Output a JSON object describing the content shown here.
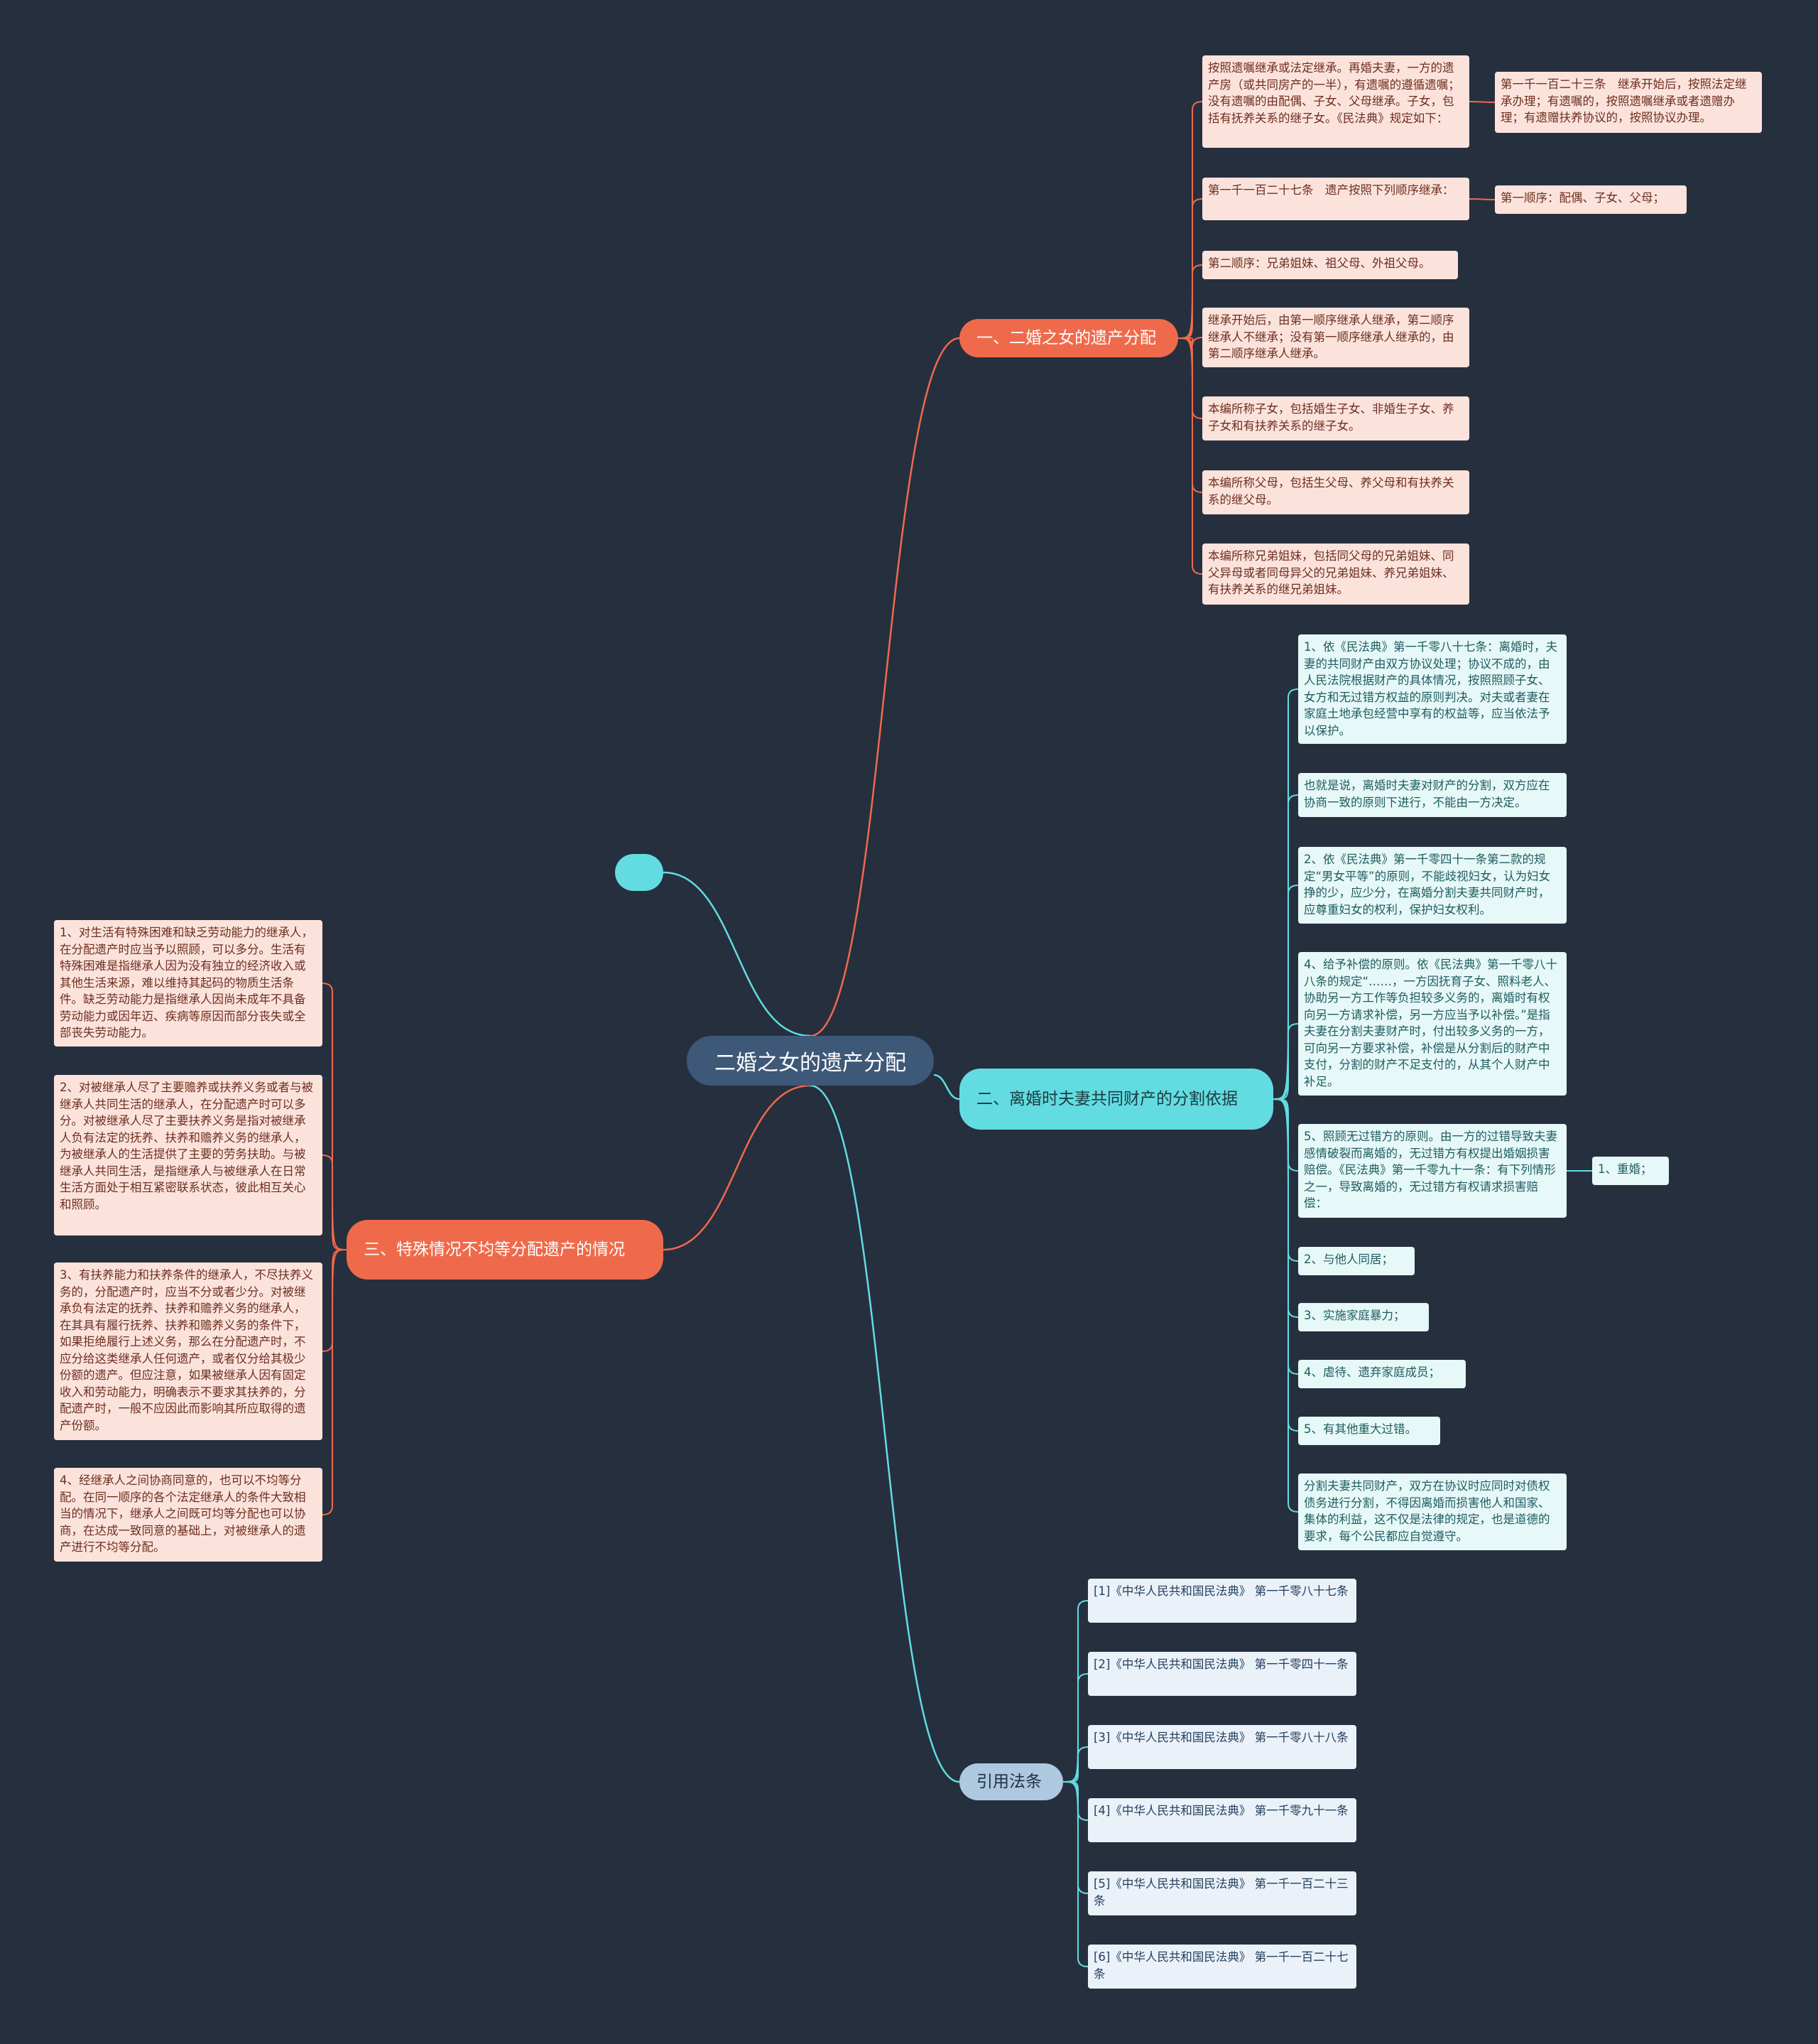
{
  "root": {
    "label": "二婚之女的遗产分配"
  },
  "branches": {
    "b1": {
      "label": "一、二婚之女的遗产分配",
      "items": [
        "按照遗嘱继承或法定继承。再婚夫妻，一方的遗产房（或共同房产的一半），有遗嘱的遵循遗嘱；没有遗嘱的由配偶、子女、父母继承。子女，包括有抚养关系的继子女。《民法典》规定如下：",
        "第一千一百二十七条　遗产按照下列顺序继承：",
        "第二顺序：兄弟姐妹、祖父母、外祖父母。",
        "继承开始后，由第一顺序继承人继承，第二顺序继承人不继承；没有第一顺序继承人继承的，由第二顺序继承人继承。",
        "本编所称子女，包括婚生子女、非婚生子女、养子女和有扶养关系的继子女。",
        "本编所称父母，包括生父母、养父母和有扶养关系的继父母。",
        "本编所称兄弟姐妹，包括同父母的兄弟姐妹、同父异母或者同母异父的兄弟姐妹、养兄弟姐妹、有扶养关系的继兄弟姐妹。"
      ],
      "sub": [
        "第一千一百二十三条　继承开始后，按照法定继承办理；有遗嘱的，按照遗嘱继承或者遗赠办理；有遗赠扶养协议的，按照协议办理。",
        "第一顺序：配偶、子女、父母；"
      ]
    },
    "b2": {
      "label": "二、离婚时夫妻共同财产的分割依据",
      "items": [
        "1、依《民法典》第一千零八十七条：离婚时，夫妻的共同财产由双方协议处理；协议不成的，由人民法院根据财产的具体情况，按照照顾子女、女方和无过错方权益的原则判决。对夫或者妻在家庭土地承包经营中享有的权益等，应当依法予以保护。",
        "也就是说，离婚时夫妻对财产的分割，双方应在协商一致的原则下进行，不能由一方决定。",
        "2、依《民法典》第一千零四十一条第二款的规定“男女平等”的原则，不能歧视妇女，认为妇女挣的少，应少分，在离婚分割夫妻共同财产时，应尊重妇女的权利，保护妇女权利。",
        "4、给予补偿的原则。依《民法典》第一千零八十八条的规定“……，一方因抚育子女、照料老人、协助另一方工作等负担较多义务的，离婚时有权向另一方请求补偿，另一方应当予以补偿。”是指夫妻在分割夫妻财产时，付出较多义务的一方，可向另一方要求补偿，补偿是从分割后的财产中支付，分割的财产不足支付的，从其个人财产中补足。",
        "5、照顾无过错方的原则。由一方的过错导致夫妻感情破裂而离婚的，无过错方有权提出婚姻损害赔偿。《民法典》第一千零九十一条：有下列情形之一，导致离婚的，无过错方有权请求损害赔偿：",
        "2、与他人同居；",
        "3、实施家庭暴力；",
        "4、虐待、遗弃家庭成员；",
        "5、有其他重大过错。",
        "分割夫妻共同财产，双方在协议时应同时对债权债务进行分割，不得因离婚而损害他人和国家、集体的利益，这不仅是法律的规定，也是道德的要求，每个公民都应自觉遵守。"
      ],
      "sub": [
        "1、重婚；"
      ]
    },
    "b3": {
      "label": "三、特殊情况不均等分配遗产的情况",
      "items": [
        "1、对生活有特殊困难和缺乏劳动能力的继承人，在分配遗产时应当予以照顾，可以多分。生活有特殊困难是指继承人因为没有独立的经济收入或其他生活来源，难以维持其起码的物质生活条件。缺乏劳动能力是指继承人因尚未成年不具备劳动能力或因年迈、疾病等原因而部分丧失或全部丧失劳动能力。",
        "2、对被继承人尽了主要赡养或扶养义务或者与被继承人共同生活的继承人，在分配遗产时可以多分。对被继承人尽了主要扶养义务是指对被继承人负有法定的抚养、扶养和赡养义务的继承人，为被继承人的生活提供了主要的劳务扶助。与被继承人共同生活，是指继承人与被继承人在日常生活方面处于相互紧密联系状态，彼此相互关心和照顾。",
        "3、有扶养能力和扶养条件的继承人，不尽扶养义务的，分配遗产时，应当不分或者少分。对被继承负有法定的抚养、扶养和赡养义务的继承人，在其具有履行抚养、扶养和赡养义务的条件下，如果拒绝履行上述义务，那么在分配遗产时，不应分给这类继承人任何遗产，或者仅分给其极少份额的遗产。但应注意，如果被继承人因有固定收入和劳动能力，明确表示不要求其扶养的，分配遗产时，一般不应因此而影响其所应取得的遗产份额。",
        "4、经继承人之间协商同意的，也可以不均等分配。在同一顺序的各个法定继承人的条件大致相当的情况下，继承人之间既可均等分配也可以协商，在达成一致同意的基础上，对被继承人的遗产进行不均等分配。"
      ]
    },
    "b4": {
      "label": "引用法条",
      "items": [
        "[1]《中华人民共和国民法典》 第一千零八十七条",
        "[2]《中华人民共和国民法典》 第一千零四十一条",
        "[3]《中华人民共和国民法典》 第一千零八十八条",
        "[4]《中华人民共和国民法典》 第一千零九十一条",
        "[5]《中华人民共和国民法典》 第一千一百二十三条",
        "[6]《中华人民共和国民法典》 第一千一百二十七条"
      ]
    }
  },
  "colors": {
    "red": "#ef6a4b",
    "cyan": "#62dce0",
    "blue": "#aec8e0",
    "center": "#3e5878",
    "background": "#262f3e"
  }
}
